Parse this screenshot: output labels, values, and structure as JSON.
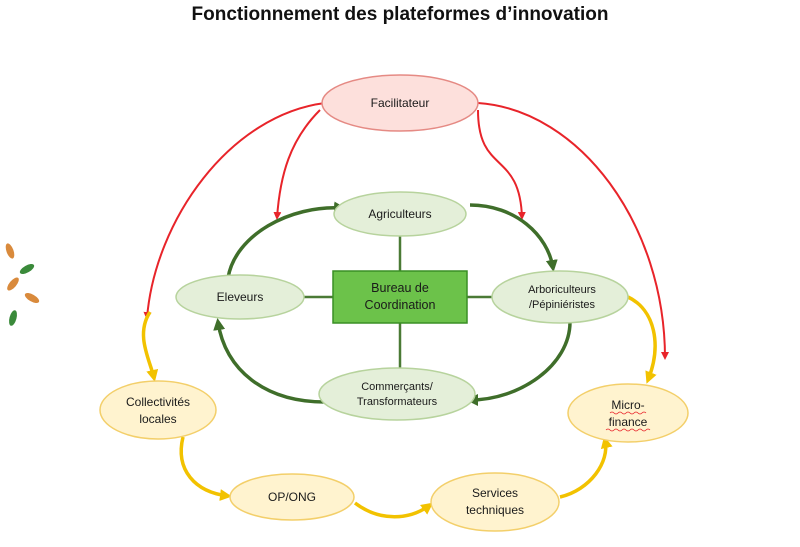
{
  "title": "Fonctionnement des plateformes d’innovation",
  "nodes": {
    "facilitateur": "Facilitateur",
    "agriculteurs": "Agriculteurs",
    "eleveurs": "Eleveurs",
    "bureau_line1": "Bureau de",
    "bureau_line2": "Coordination",
    "arboriculteurs_line1": "Arboriculteurs",
    "arboriculteurs_line2": "/Pépiniéristes",
    "commercants_line1": "Commerçants/",
    "commercants_line2": "Transformateurs",
    "collectivites_line1": "Collectivités",
    "collectivites_line2": "locales",
    "microfinance_line1": "Micro-",
    "microfinance_line2": "finance",
    "op_ong": "OP/ONG",
    "services_line1": "Services",
    "services_line2": "techniques"
  },
  "colors": {
    "red_arrow": "#e8242a",
    "green_arrow": "#3f6e2a",
    "yellow_arrow": "#f2c200",
    "facilitateur_fill": "#fde0dc",
    "facilitateur_stroke": "#e58a84",
    "green_node_fill": "#e4efd9",
    "green_node_stroke": "#b7d39d",
    "bureau_fill": "#6cc24a",
    "bureau_stroke": "#3a8f25",
    "yellow_node_fill": "#fff3cf",
    "yellow_node_stroke": "#f3cf6a",
    "leaf_green": "#3a8a3a",
    "leaf_orange": "#d98a3c"
  }
}
